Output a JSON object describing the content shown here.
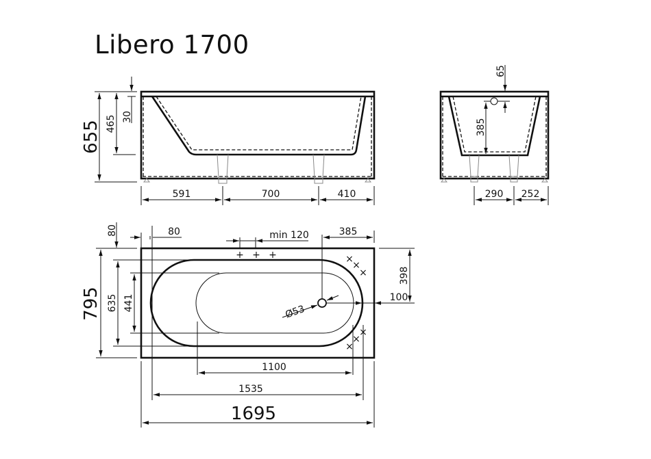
{
  "title": "Libero 1700",
  "side_view": {
    "total_height": "655",
    "inner_depth": "465",
    "rim_thickness": "30",
    "leg_offset_left": "591",
    "leg_spacing": "700",
    "leg_offset_right": "410"
  },
  "end_view": {
    "overflow_from_rim": "65",
    "overflow_height": "385",
    "leg_spacing": "290",
    "leg_offset_right": "252"
  },
  "plan_view": {
    "overall_width": "795",
    "inner_width": "635",
    "bottom_width": "441",
    "rim_top": "80",
    "rim_left": "80",
    "tap_spacing": "min 120",
    "drain_from_right": "385",
    "drain_from_top": "398",
    "drain_inset": "100",
    "drain_diameter": "Ø53",
    "bottom_length": "1100",
    "inner_length": "1535",
    "overall_length": "1695"
  }
}
